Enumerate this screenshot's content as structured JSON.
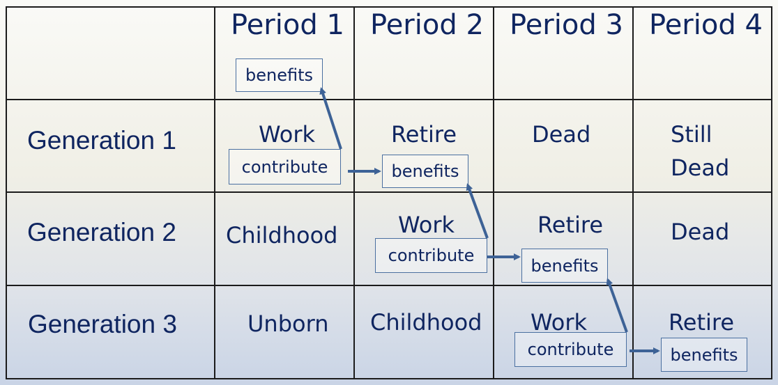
{
  "periods": [
    "Period 1",
    "Period 2",
    "Period 3",
    "Period 4"
  ],
  "generations": [
    "Generation 1",
    "Generation 2",
    "Generation 3"
  ],
  "cells": {
    "g1": {
      "p1": "Work",
      "p2": "Retire",
      "p3": "Dead",
      "p4_line1": "Still",
      "p4_line2": "Dead"
    },
    "g2": {
      "p1": "Childhood",
      "p2": "Work",
      "p3": "Retire",
      "p4": "Dead"
    },
    "g3": {
      "p1": "Unborn",
      "p2": "Childhood",
      "p3": "Work",
      "p4": "Retire"
    }
  },
  "boxes": {
    "benefits_p1": "benefits",
    "contribute_g1": "contribute",
    "benefits_g1": "benefits",
    "contribute_g2": "contribute",
    "benefits_g2": "benefits",
    "contribute_g3": "contribute",
    "benefits_g3": "benefits"
  },
  "colors": {
    "text": "#0f2560",
    "arrow": "#3d6296",
    "box_border": "#4a6fa0",
    "grid": "#1b1b1b"
  }
}
